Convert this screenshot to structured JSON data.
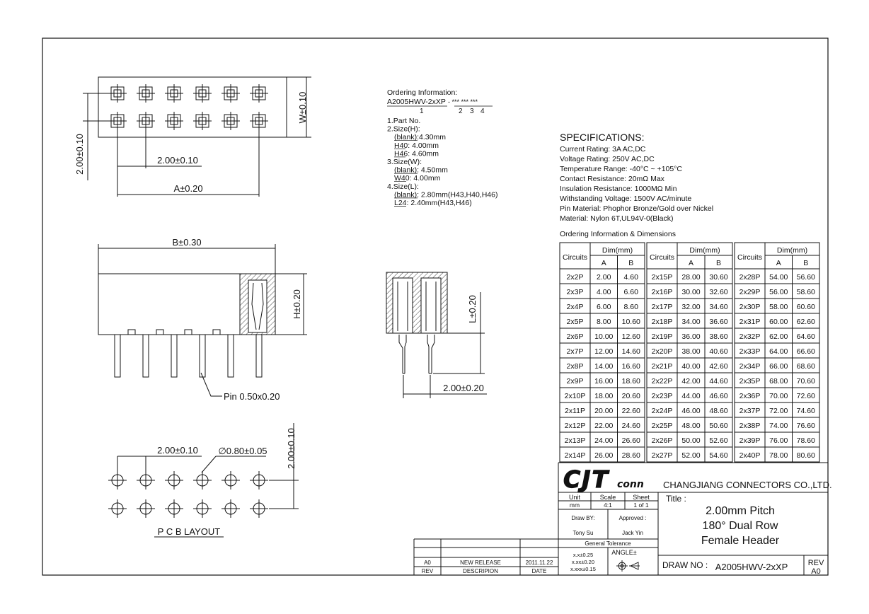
{
  "views": {
    "top": {
      "pitch_dim": "2.00±0.10",
      "row_dim": "2.00±0.10",
      "width_dim": "W±0.10",
      "a_dim": "A±0.20"
    },
    "front": {
      "b_dim": "B±0.30",
      "h_dim": "H±0.20",
      "pin_label": "Pin 0.50x0.20"
    },
    "side": {
      "l_dim": "L±0.20",
      "row_dim": "2.00±0.20"
    },
    "pcb": {
      "pitch_dim": "2.00±0.10",
      "hole_dim": "∅0.80±0.05",
      "row_dim": "2.00±0.10",
      "title": "P C B LAYOUT"
    }
  },
  "ordering": {
    "title": "Ordering Information:",
    "part_code": "A2005HWV-2xXP",
    "suffix": "- *** *** ***",
    "indices": [
      "1",
      "2",
      "3",
      "4"
    ],
    "lines": [
      "1.Part No.",
      "2.Size(H):",
      "(blank):4.30mm",
      "H40: 4.00mm",
      "H46: 4.60mm",
      "3.Size(W):",
      "(blank): 4.50mm",
      "W40: 4.00mm",
      "4.Size(L):",
      "(blank): 2.80mm(H43,H40,H46)",
      "L24: 2.40mm(H43,H46)"
    ]
  },
  "specifications": {
    "title": "SPECIFICATIONS:",
    "lines": [
      "Current Rating: 3A AC,DC",
      "Voltage Rating: 250V AC,DC",
      "Temperature Range: -40°C ~ +105°C",
      "Contact Resistance: 20mΩ Max",
      "Insulation Resistance: 1000MΩ Min",
      "Withstanding Voltage: 1500V AC/minute",
      "Pin Material: Phophor Bronze/Gold over Nickel",
      "Material: Nylon 6T,UL94V-0(Black)"
    ]
  },
  "dim_table": {
    "title": "Ordering Information & Dimensions",
    "h_circuits": "Circuits",
    "h_dim": "Dim(mm)",
    "h_a": "A",
    "h_b": "B",
    "blocks": [
      [
        [
          "2x2P",
          "2.00",
          "4.60"
        ],
        [
          "2x3P",
          "4.00",
          "6.60"
        ],
        [
          "2x4P",
          "6.00",
          "8.60"
        ],
        [
          "2x5P",
          "8.00",
          "10.60"
        ],
        [
          "2x6P",
          "10.00",
          "12.60"
        ],
        [
          "2x7P",
          "12.00",
          "14.60"
        ],
        [
          "2x8P",
          "14.00",
          "16.60"
        ],
        [
          "2x9P",
          "16.00",
          "18.60"
        ],
        [
          "2x10P",
          "18.00",
          "20.60"
        ],
        [
          "2x11P",
          "20.00",
          "22.60"
        ],
        [
          "2x12P",
          "22.00",
          "24.60"
        ],
        [
          "2x13P",
          "24.00",
          "26.60"
        ],
        [
          "2x14P",
          "26.00",
          "28.60"
        ]
      ],
      [
        [
          "2x15P",
          "28.00",
          "30.60"
        ],
        [
          "2x16P",
          "30.00",
          "32.60"
        ],
        [
          "2x17P",
          "32.00",
          "34.60"
        ],
        [
          "2x18P",
          "34.00",
          "36.60"
        ],
        [
          "2x19P",
          "36.00",
          "38.60"
        ],
        [
          "2x20P",
          "38.00",
          "40.60"
        ],
        [
          "2x21P",
          "40.00",
          "42.60"
        ],
        [
          "2x22P",
          "42.00",
          "44.60"
        ],
        [
          "2x23P",
          "44.00",
          "46.60"
        ],
        [
          "2x24P",
          "46.00",
          "48.60"
        ],
        [
          "2x25P",
          "48.00",
          "50.60"
        ],
        [
          "2x26P",
          "50.00",
          "52.60"
        ],
        [
          "2x27P",
          "52.00",
          "54.60"
        ]
      ],
      [
        [
          "2x28P",
          "54.00",
          "56.60"
        ],
        [
          "2x29P",
          "56.00",
          "58.60"
        ],
        [
          "2x30P",
          "58.00",
          "60.60"
        ],
        [
          "2x31P",
          "60.00",
          "62.60"
        ],
        [
          "2x32P",
          "62.00",
          "64.60"
        ],
        [
          "2x33P",
          "64.00",
          "66.60"
        ],
        [
          "2x34P",
          "66.00",
          "68.60"
        ],
        [
          "2x35P",
          "68.00",
          "70.60"
        ],
        [
          "2x36P",
          "70.00",
          "72.60"
        ],
        [
          "2x37P",
          "72.00",
          "74.60"
        ],
        [
          "2x38P",
          "74.00",
          "76.60"
        ],
        [
          "2x39P",
          "76.00",
          "78.60"
        ],
        [
          "2x40P",
          "78.00",
          "80.60"
        ]
      ]
    ]
  },
  "title_block": {
    "logo_text": "CJTconn",
    "company": "CHANGJIANG CONNECTORS CO.,LTD.",
    "unit_label": "Unit",
    "scale_label": "Scale",
    "sheet_label": "Sheet",
    "unit_value": "mm",
    "scale_value": "4:1",
    "sheet_value": "1 of 1",
    "draw_by_label": "Draw BY:",
    "approved_label": "Approved :",
    "draw_by": "Tony Su",
    "approved_by": "Jack Yin",
    "tolerance_label": "General Tolerance",
    "tol1": "x.x±0.25",
    "tol2": "x.xx±0.20",
    "tol3": "x.xxx±0.15",
    "angle_label": "ANGLE±",
    "title_label": "Title :",
    "title_lines": [
      "2.00mm Pitch",
      "180° Dual Row",
      "Female Header"
    ],
    "draw_no_label": "DRAW NO :",
    "draw_no": "A2005HWV-2xXP",
    "rev_label": "REV",
    "rev_value": "A0"
  },
  "revision": {
    "rev": "A0",
    "description": "NEW RELEASE",
    "date": "2011.11.22",
    "h_rev": "REV",
    "h_desc": "DESCRIPION",
    "h_date": "DATE"
  }
}
